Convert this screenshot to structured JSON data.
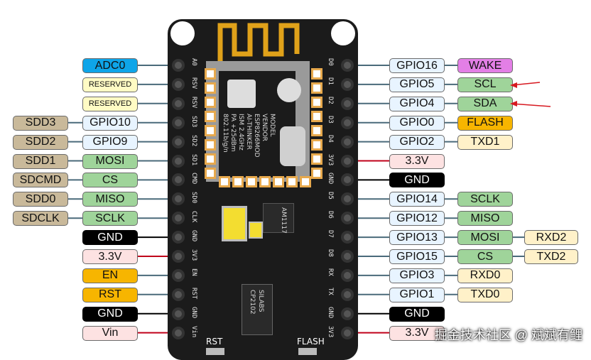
{
  "board": {
    "left_pin_labels": [
      "A0",
      "RSV",
      "RSV",
      "SD3",
      "SD2",
      "SD1",
      "CMD",
      "SD0",
      "CLK",
      "GND",
      "3V3",
      "EN",
      "RST",
      "GND",
      "Vin"
    ],
    "right_pin_labels": [
      "D0",
      "D1",
      "D2",
      "D3",
      "D4",
      "3V3",
      "GND",
      "D5",
      "D6",
      "D7",
      "D8",
      "RX",
      "TX",
      "GND",
      "3V3"
    ],
    "module_text": [
      "MODEL",
      "VENDOR",
      "ESP8266MOD",
      "AI-THINKER",
      "ISM 2.4GHz",
      "PA +25dBm",
      "802.11b/g/n"
    ],
    "usb_chip_text": [
      "SILABS",
      "CP2102"
    ],
    "regulator_text": "AM1117",
    "buttons": {
      "rst": "RST",
      "flash": "FLASH"
    },
    "wifi_logo": "Wi Fi"
  },
  "left_outer": [
    {
      "text": "SDD3",
      "color": "#c9b99a"
    },
    {
      "text": "SDD2",
      "color": "#c9b99a"
    },
    {
      "text": "SDD1",
      "color": "#c9b99a"
    },
    {
      "text": "SDCMD",
      "color": "#c9b99a"
    },
    {
      "text": "SDD0",
      "color": "#c9b99a"
    },
    {
      "text": "SDCLK",
      "color": "#c9b99a"
    }
  ],
  "left_inner": [
    {
      "text": "ADC0",
      "color": "#0ea5e9"
    },
    {
      "text": "RESERVED",
      "color": "#fffbc4",
      "small": true
    },
    {
      "text": "RESERVED",
      "color": "#fffbc4",
      "small": true
    },
    {
      "text": "GPIO10",
      "color": "#e8f4ff"
    },
    {
      "text": "GPIO9",
      "color": "#e8f4ff"
    },
    {
      "text": "MOSI",
      "color": "#9fd49a"
    },
    {
      "text": "CS",
      "color": "#9fd49a"
    },
    {
      "text": "MISO",
      "color": "#9fd49a"
    },
    {
      "text": "SCLK",
      "color": "#9fd49a"
    },
    {
      "text": "GND",
      "color": "#000000",
      "dark": true
    },
    {
      "text": "3.3V",
      "color": "#fde2e2"
    },
    {
      "text": "EN",
      "color": "#f7b500"
    },
    {
      "text": "RST",
      "color": "#f7b500"
    },
    {
      "text": "GND",
      "color": "#000000",
      "dark": true
    },
    {
      "text": "Vin",
      "color": "#fde2e2"
    }
  ],
  "right_inner": [
    {
      "text": "GPIO16",
      "color": "#e8f4ff"
    },
    {
      "text": "GPIO5",
      "color": "#e8f4ff"
    },
    {
      "text": "GPIO4",
      "color": "#e8f4ff"
    },
    {
      "text": "GPIO0",
      "color": "#e8f4ff"
    },
    {
      "text": "GPIO2",
      "color": "#e8f4ff"
    },
    {
      "text": "3.3V",
      "color": "#fde2e2"
    },
    {
      "text": "GND",
      "color": "#000000",
      "dark": true
    },
    {
      "text": "GPIO14",
      "color": "#e8f4ff"
    },
    {
      "text": "GPIO12",
      "color": "#e8f4ff"
    },
    {
      "text": "GPIO13",
      "color": "#e8f4ff"
    },
    {
      "text": "GPIO15",
      "color": "#e8f4ff"
    },
    {
      "text": "GPIO3",
      "color": "#e8f4ff"
    },
    {
      "text": "GPIO1",
      "color": "#e8f4ff"
    },
    {
      "text": "GND",
      "color": "#000000",
      "dark": true
    },
    {
      "text": "3.3V",
      "color": "#fde2e2"
    }
  ],
  "right_func": [
    {
      "text": "WAKE",
      "color": "#e37fe6"
    },
    {
      "text": "SCL",
      "color": "#9fd49a"
    },
    {
      "text": "SDA",
      "color": "#9fd49a"
    },
    {
      "text": "FLASH",
      "color": "#f7b500"
    },
    {
      "text": "TXD1",
      "color": "#fff1c9"
    },
    {
      "text": "SCLK",
      "color": "#9fd49a"
    },
    {
      "text": "MISO",
      "color": "#9fd49a"
    },
    {
      "text": "MOSI",
      "color": "#9fd49a"
    },
    {
      "text": "CS",
      "color": "#9fd49a"
    },
    {
      "text": "RXD0",
      "color": "#fff1c9"
    },
    {
      "text": "TXD0",
      "color": "#fff1c9"
    }
  ],
  "right_extra": [
    {
      "text": "RXD2",
      "color": "#fff1c9"
    },
    {
      "text": "TXD2",
      "color": "#fff1c9"
    }
  ],
  "watermark": "掘金技术社区 @ 斌斌有鲤",
  "colors": {
    "board": "#1b1b1b",
    "antenna": "#e0a21a",
    "power_line": "#c0001a",
    "gnd_line": "#000000",
    "signal_line": "#4a6a7a"
  }
}
